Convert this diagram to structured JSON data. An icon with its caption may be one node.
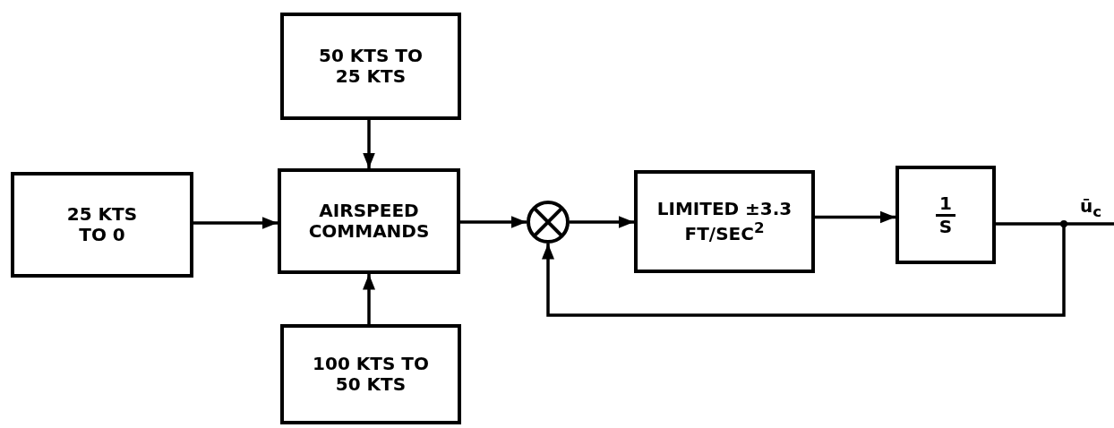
{
  "diagram": {
    "nodes": [
      {
        "text": [
          "50 KTS TO 25 KTS"
        ]
      },
      {
        "text": [
          "25 KTS TO 0"
        ]
      },
      {
        "text": [
          "AIRSPEED COMMANDS"
        ]
      },
      {
        "text": [
          "100 KTS TO 50 KTS"
        ]
      },
      {
        "text": [],
        "shape": "circle"
      },
      {
        "text": [
          "LIMITED ±3.3 FT/SEC$^{2}$"
        ]
      },
      {
        "text": [
          "1",
          "S"
        ]
      }
    ],
    "edges": [
      {
        "from": 0,
        "to": 2,
        "arrow": "to"
      },
      {
        "from": 1,
        "to": 2,
        "arrow": "to"
      },
      {
        "from": 3,
        "to": 2,
        "arrow": "to"
      },
      {
        "from": 2,
        "to": 4,
        "arrow": "to"
      },
      {
        "from": 4,
        "to": 5,
        "arrow": "to"
      },
      {
        "from": 5,
        "to": 6,
        "arrow": "to"
      },
      {
        "from": 6,
        "to": 4,
        "arrow": "to"
      },
      {
        "from": 6,
        "to": null,
        "arrow": "none"
      }
    ],
    "labels": [
      "ū$_{c}$"
    ]
  }
}
